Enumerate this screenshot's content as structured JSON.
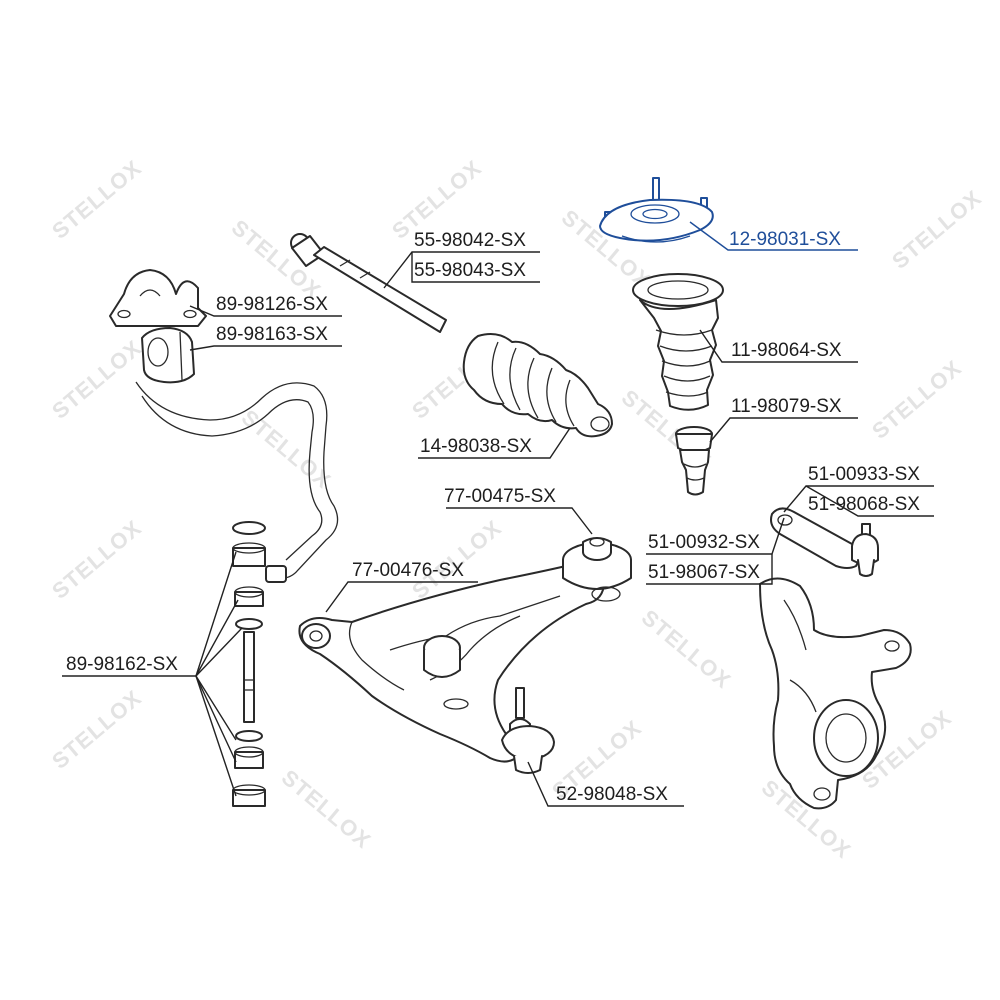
{
  "watermark": "STELLOX",
  "colors": {
    "highlight": "#1f4e9a",
    "line": "#222222",
    "watermark": "#e3e3e3"
  },
  "labels": {
    "p_12_98031": "12-98031-SX",
    "p_55_98042": "55-98042-SX",
    "p_55_98043": "55-98043-SX",
    "p_89_98126": "89-98126-SX",
    "p_89_98163": "89-98163-SX",
    "p_11_98064": "11-98064-SX",
    "p_11_98079": "11-98079-SX",
    "p_14_98038": "14-98038-SX",
    "p_51_00933": "51-00933-SX",
    "p_51_98068": "51-98068-SX",
    "p_77_00475": "77-00475-SX",
    "p_51_00932": "51-00932-SX",
    "p_51_98067": "51-98067-SX",
    "p_77_00476": "77-00476-SX",
    "p_89_98162": "89-98162-SX",
    "p_52_98048": "52-98048-SX"
  },
  "highlighted_part": "12-98031-SX"
}
